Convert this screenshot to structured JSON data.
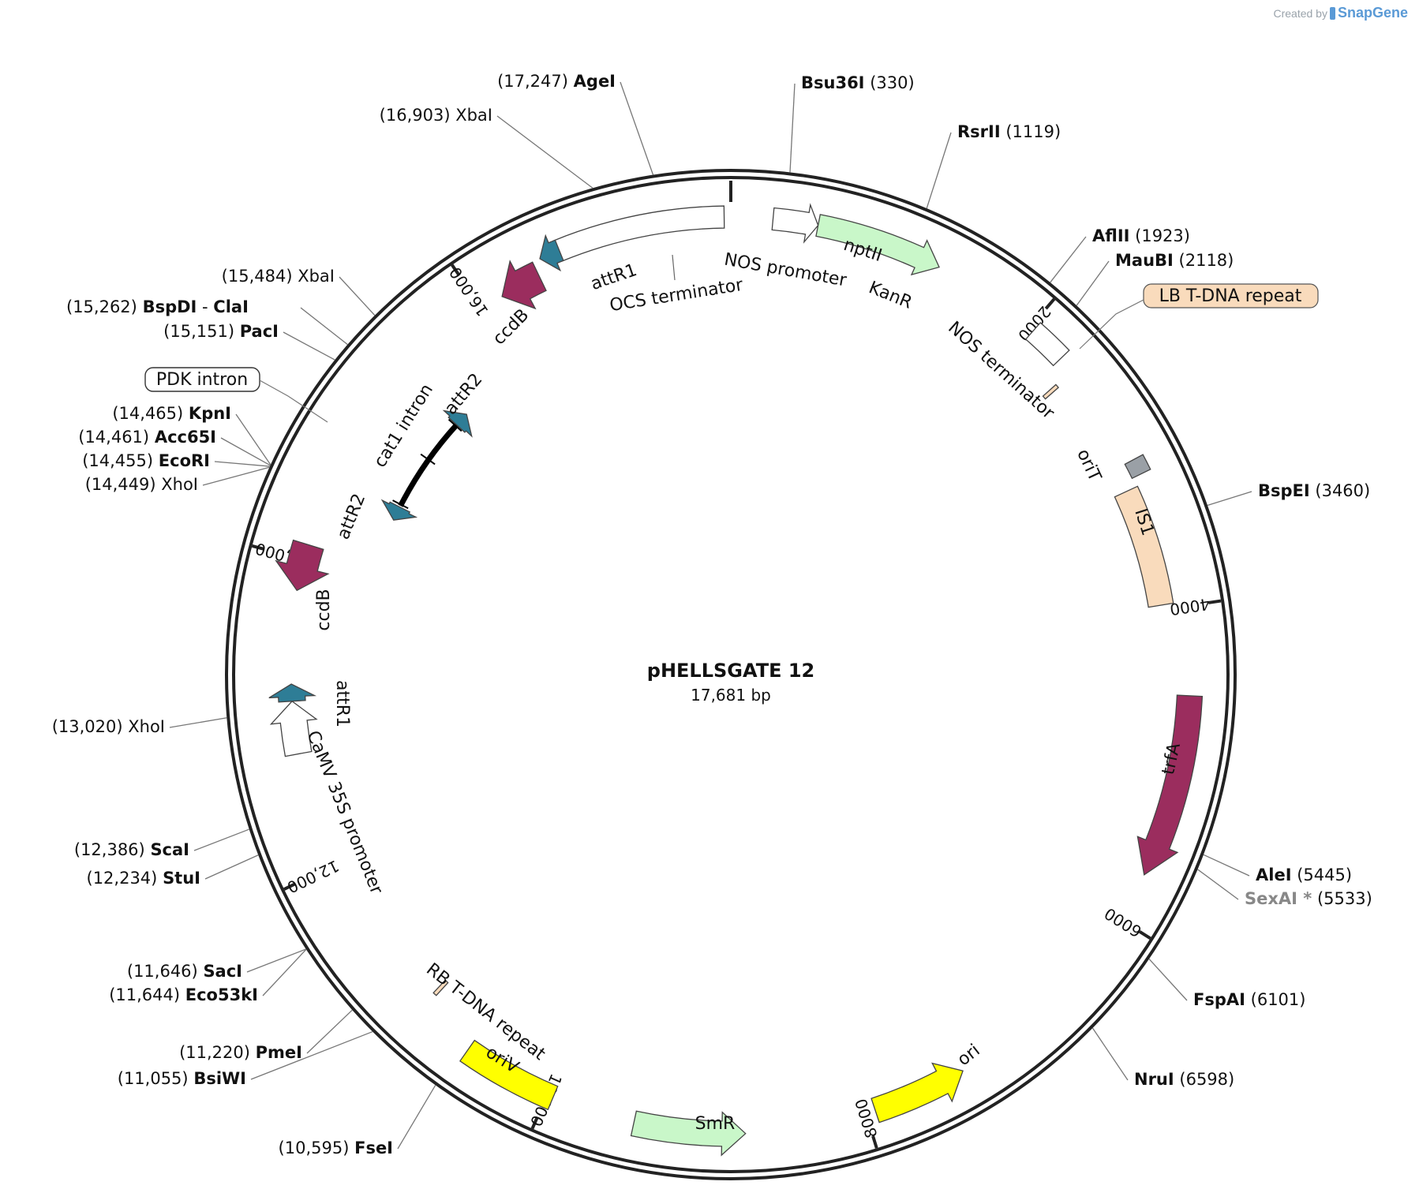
{
  "branding": {
    "created_by": "Created by",
    "app_name": "SnapGene",
    "logo_icon": "snapgene-logo-icon"
  },
  "plasmid": {
    "name": "pHELLSGATE 12",
    "length_label": "17,681 bp",
    "length_bp": 17681
  },
  "ticks": [
    {
      "label": "2000",
      "bp": 2000
    },
    {
      "label": "4000",
      "bp": 4000
    },
    {
      "label": "6000",
      "bp": 6000
    },
    {
      "label": "8000",
      "bp": 8000
    },
    {
      "label": "10,000",
      "bp": 10000
    },
    {
      "label": "12,000",
      "bp": 12000
    },
    {
      "label": "14,000",
      "bp": 14000
    },
    {
      "label": "16,000",
      "bp": 16000
    }
  ],
  "sites": [
    {
      "name": "AgeI",
      "pos": "(17,247)",
      "bp": 17247,
      "bold": true,
      "unique": true
    },
    {
      "name": "XbaI",
      "pos": "(16,903)",
      "bp": 16903,
      "bold": false,
      "unique": true
    },
    {
      "name": "Bsu36I",
      "pos": "(330)",
      "bp": 330,
      "bold": true,
      "unique": true
    },
    {
      "name": "RsrII",
      "pos": "(1119)",
      "bp": 1119,
      "bold": true,
      "unique": true
    },
    {
      "name": "AflII",
      "pos": "(1923)",
      "bp": 1923,
      "bold": true,
      "unique": true
    },
    {
      "name": "MauBI",
      "pos": "(2118)",
      "bp": 2118,
      "bold": true,
      "unique": true
    },
    {
      "name": "BspEI",
      "pos": "(3460)",
      "bp": 3460,
      "bold": true,
      "unique": true
    },
    {
      "name": "AleI",
      "pos": "(5445)",
      "bp": 5445,
      "bold": true,
      "unique": true
    },
    {
      "name": "SexAI *",
      "pos": "(5533)",
      "bp": 5533,
      "bold": true,
      "unique": true,
      "grey": true
    },
    {
      "name": "FspAI",
      "pos": "(6101)",
      "bp": 6101,
      "bold": true,
      "unique": true
    },
    {
      "name": "NruI",
      "pos": "(6598)",
      "bp": 6598,
      "bold": true,
      "unique": true
    },
    {
      "name": "XbaI",
      "pos": "(15,484)",
      "bp": 15484,
      "bold": false,
      "unique": false
    },
    {
      "name": "BspDI",
      "pos": "(15,262)",
      "bp": 15262,
      "bold": true,
      "unique": true,
      "extra": "ClaI"
    },
    {
      "name": "PacI",
      "pos": "(15,151)",
      "bp": 15151,
      "bold": true,
      "unique": true
    },
    {
      "name": "KpnI",
      "pos": "(14,465)",
      "bp": 14465,
      "bold": true,
      "unique": true
    },
    {
      "name": "Acc65I",
      "pos": "(14,461)",
      "bp": 14461,
      "bold": true,
      "unique": true
    },
    {
      "name": "EcoRI",
      "pos": "(14,455)",
      "bp": 14455,
      "bold": true,
      "unique": true
    },
    {
      "name": "XhoI",
      "pos": "(14,449)",
      "bp": 14449,
      "bold": false,
      "unique": false
    },
    {
      "name": "XhoI",
      "pos": "(13,020)",
      "bp": 13020,
      "bold": false,
      "unique": false
    },
    {
      "name": "ScaI",
      "pos": "(12,386)",
      "bp": 12386,
      "bold": true,
      "unique": true
    },
    {
      "name": "StuI",
      "pos": "(12,234)",
      "bp": 12234,
      "bold": true,
      "unique": true
    },
    {
      "name": "SacI",
      "pos": "(11,646)",
      "bp": 11646,
      "bold": true,
      "unique": true
    },
    {
      "name": "Eco53kI",
      "pos": "(11,644)",
      "bp": 11644,
      "bold": true,
      "unique": true
    },
    {
      "name": "PmeI",
      "pos": "(11,220)",
      "bp": 11220,
      "bold": true,
      "unique": true
    },
    {
      "name": "BsiWI",
      "pos": "(11,055)",
      "bp": 11055,
      "bold": true,
      "unique": true
    },
    {
      "name": "FseI",
      "pos": "(10,595)",
      "bp": 10595,
      "bold": true,
      "unique": true
    }
  ],
  "features": [
    {
      "label": "attR1",
      "type": "attR",
      "color": "#2e7d96",
      "start": 16520,
      "end": 16590
    },
    {
      "label": "OCS terminator",
      "type": "terminator",
      "color": "#ffffff",
      "start": 16590,
      "end": 17640
    },
    {
      "label": "NOS promoter",
      "type": "promoter",
      "color": "#ffffff",
      "start": 260,
      "end": 540
    },
    {
      "label": "nptII",
      "type": "CDS",
      "color": "#c9f7c9",
      "start": 540,
      "end": 1330
    },
    {
      "label": "KanR",
      "type": "CDS-label",
      "color": "#c9f7c9"
    },
    {
      "label": "NOS terminator",
      "type": "terminator",
      "color": "#ffffff",
      "start": 2030,
      "end": 2270
    },
    {
      "label": "LB T-DNA repeat",
      "type": "repeat",
      "color": "#f9dbbc",
      "start": 2370,
      "end": 2395
    },
    {
      "label": "oriT",
      "type": "oriT",
      "color": "#9aa0a6",
      "start": 3040,
      "end": 3140
    },
    {
      "label": "IS1",
      "type": "mobile",
      "color": "#f9dbbc",
      "start": 3200,
      "end": 3970
    },
    {
      "label": "trfA",
      "type": "CDS",
      "color": "#9b2d5e",
      "start": 4550,
      "end": 5690
    },
    {
      "label": "ori",
      "type": "origin",
      "color": "#ffff00",
      "start": 7350,
      "end": 7940
    },
    {
      "label": "SmR",
      "type": "CDS",
      "color": "#c9f7c9",
      "start": 8750,
      "end": 9440
    },
    {
      "label": "oriV",
      "type": "origin",
      "color": "#ffff00",
      "start": 9960,
      "end": 10560
    },
    {
      "label": "RB T-DNA repeat",
      "type": "repeat",
      "color": "#f9dbbc",
      "start": 10930,
      "end": 10955
    },
    {
      "label": "CaMV 35S promoter",
      "type": "promoter",
      "color": "#ffffff",
      "start": 12750,
      "end": 13090
    },
    {
      "label": "attR1",
      "type": "attR",
      "color": "#2e7d96",
      "start": 13090,
      "end": 13200
    },
    {
      "label": "ccdB",
      "type": "CDS",
      "color": "#9b2d5e",
      "start": 13800,
      "end": 14100
    },
    {
      "label": "attR2",
      "type": "attR",
      "color": "#2e7d96",
      "start": 14470,
      "end": 14580
    },
    {
      "label": "cat1 intron",
      "type": "intron",
      "color": "#000000",
      "start": 14590,
      "end": 15340
    },
    {
      "label": "PDK intron",
      "type": "intron-label",
      "color": "#ffffff"
    },
    {
      "label": "attR2",
      "type": "attR",
      "color": "#2e7d96",
      "start": 15340,
      "end": 15450
    },
    {
      "label": "ccdB",
      "type": "CDS",
      "color": "#9b2d5e",
      "start": 16150,
      "end": 16420
    }
  ]
}
